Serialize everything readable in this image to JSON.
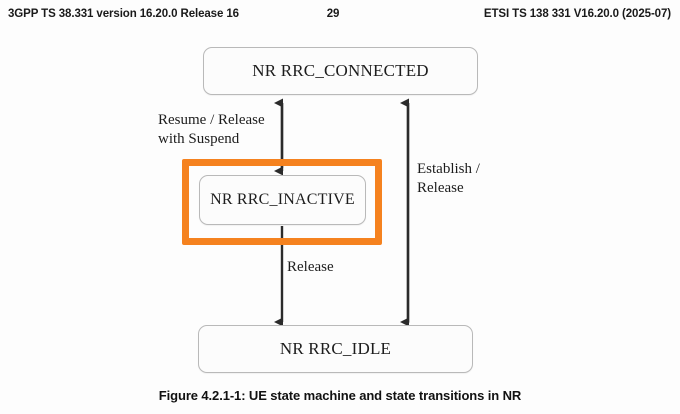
{
  "document": {
    "header_left": "3GPP TS 38.331 version 16.20.0 Release 16",
    "page_number": "29",
    "header_right": "ETSI TS 138 331 V16.20.0 (2025-07)"
  },
  "figure": {
    "caption": "Figure 4.2.1-1: UE state machine and state transitions in NR",
    "states": [
      {
        "id": "connected",
        "label": "NR RRC_CONNECTED"
      },
      {
        "id": "inactive",
        "label": "NR RRC_INACTIVE"
      },
      {
        "id": "idle",
        "label": "NR RRC_IDLE"
      }
    ],
    "transitions": [
      {
        "id": "resume-release-suspend",
        "label": "Resume / Release\nwith Suspend",
        "from": "NR RRC_INACTIVE",
        "to": "NR RRC_CONNECTED",
        "direction": "bidirectional"
      },
      {
        "id": "establish-release",
        "label": "Establish /\nRelease",
        "from": "NR RRC_IDLE",
        "to": "NR RRC_CONNECTED",
        "direction": "bidirectional"
      },
      {
        "id": "release",
        "label": "Release",
        "from": "NR RRC_INACTIVE",
        "to": "NR RRC_IDLE",
        "direction": "downward"
      }
    ],
    "highlight": {
      "target": "NR RRC_INACTIVE",
      "color": "#f5821f",
      "style": "thick rectangle outline"
    }
  },
  "colors": {
    "page_background": "#fdfdfd",
    "box_border": "#b9b9b9",
    "box_fill": "#fcfcfc",
    "arrow": "#2b2b2b",
    "text": "#1d1d1d",
    "highlight_orange": "#f5821f"
  }
}
